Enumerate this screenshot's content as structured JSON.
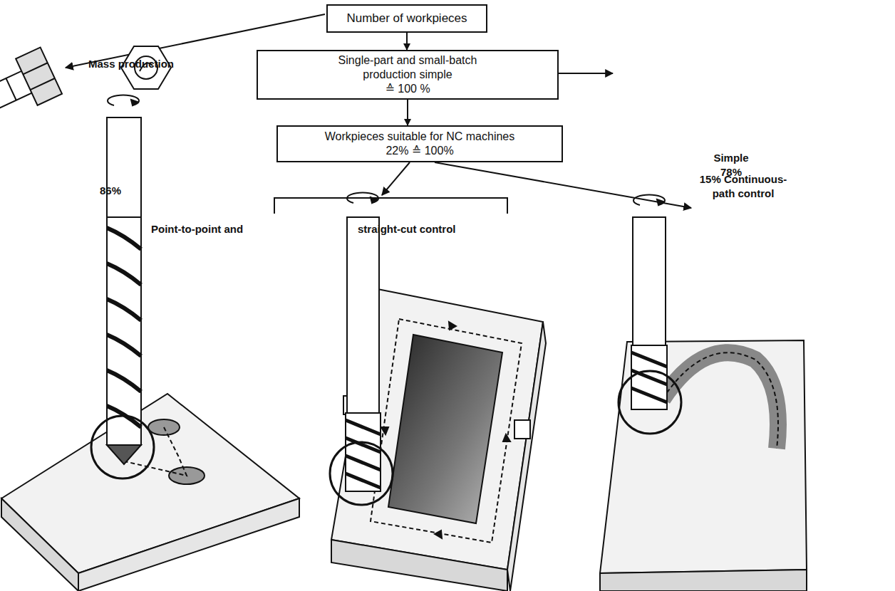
{
  "diagram": {
    "nodes": [
      {
        "text": [
          "Number of workpieces"
        ]
      },
      {
        "text": [
          "Single-part and small-batch production simple",
          "≙ 100 %"
        ]
      },
      {
        "text": [
          "Workpieces suitable for NC machines",
          "22% ≙ 100%"
        ]
      }
    ],
    "edges": [
      {
        "from": 0,
        "to": 1,
        "arrow": "to"
      },
      {
        "from": 1,
        "to": 2,
        "arrow": "to"
      }
    ],
    "labels": [
      "Mass production",
      "Simple 78%",
      "86%",
      "15% Continuous-path control",
      "Point-to-point and",
      "straight-cut control"
    ]
  }
}
